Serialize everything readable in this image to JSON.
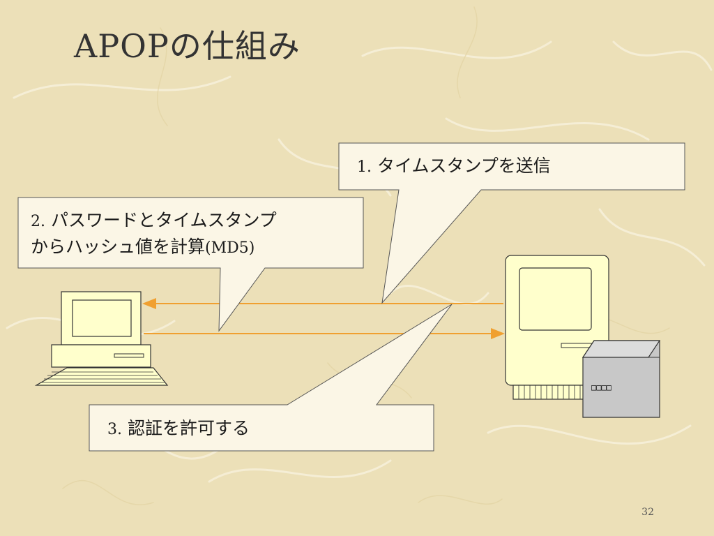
{
  "slide": {
    "title": "APOPの仕組み",
    "page_number": "32"
  },
  "callouts": [
    {
      "number": "1.",
      "text": "タイムスタンプを送信"
    },
    {
      "number": "2.",
      "line1": "パスワードとタイムスタンプ",
      "line2_jp": "からハッシュ値を計算",
      "line2_latin": "(MD5)"
    },
    {
      "number": "3.",
      "text": "認証を許可する"
    }
  ],
  "server_box": {
    "label": "□□□□"
  },
  "colors": {
    "background": "#ece0b8",
    "arrow": "#f0a030",
    "callout_fill": "#fbf6e6",
    "computer_fill": "#ffffcc",
    "server_box_fill": "#c8c8c8"
  }
}
